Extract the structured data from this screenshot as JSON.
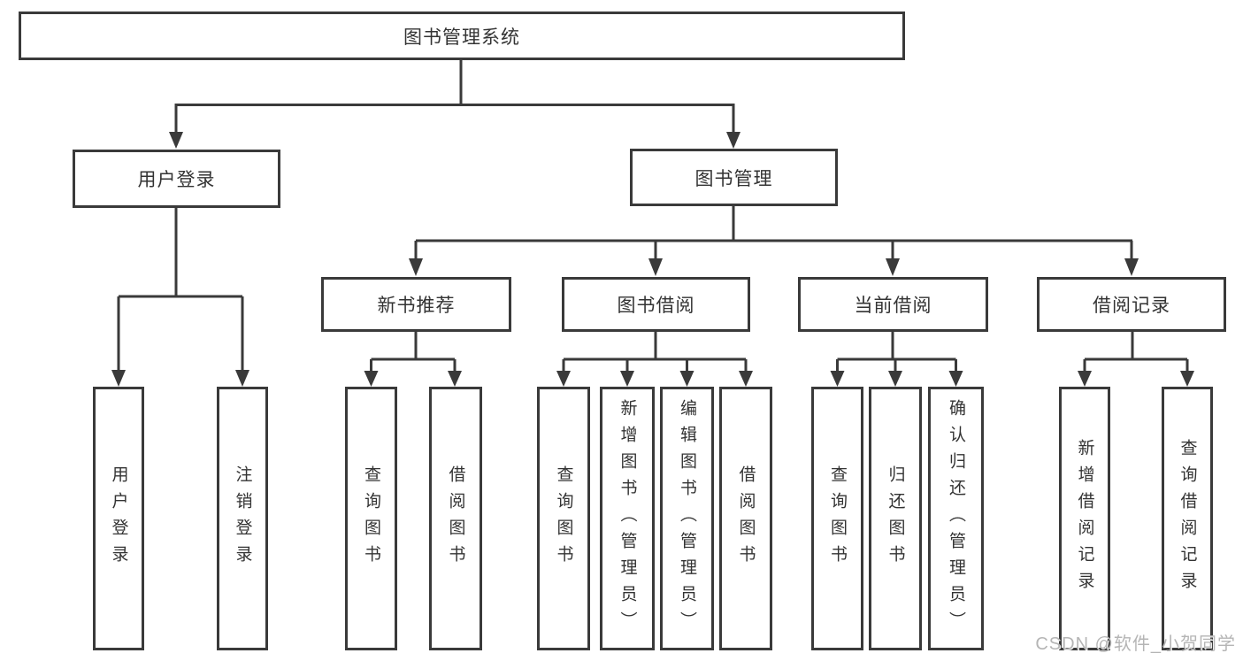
{
  "tree": {
    "root": "图书管理系统",
    "branches": [
      {
        "label": "用户登录",
        "leaves": [
          "用户登录",
          "注销登录"
        ]
      },
      {
        "label": "图书管理",
        "groups": [
          {
            "label": "新书推荐",
            "leaves": [
              "查询图书",
              "借阅图书"
            ]
          },
          {
            "label": "图书借阅",
            "leaves": [
              "查询图书",
              "新增图书（管理员）",
              "编辑图书（管理员）",
              "借阅图书"
            ]
          },
          {
            "label": "当前借阅",
            "leaves": [
              "查询图书",
              "归还图书",
              "确认归还（管理员）"
            ]
          },
          {
            "label": "借阅记录",
            "leaves": [
              "新增借阅记录",
              "查询借阅记录"
            ]
          }
        ]
      }
    ]
  },
  "watermark": "CSDN @软件_小贺同学",
  "colors": {
    "line": "#3a3a3a",
    "box_border": "#3a3a3a",
    "text": "#333333",
    "watermark": "#b5b5b5",
    "background": "#ffffff"
  }
}
